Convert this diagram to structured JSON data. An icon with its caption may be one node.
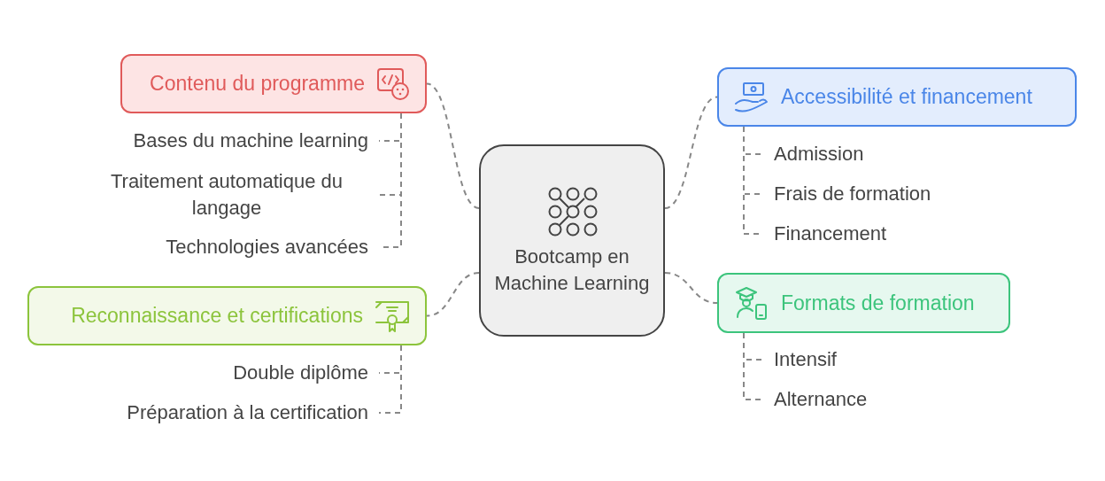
{
  "diagram": {
    "nodes": [
      {
        "text": [
          "Bootcamp en Machine Learning"
        ]
      },
      {
        "text": [
          "Contenu du programme"
        ]
      },
      {
        "text": [
          "Bases du machine learning"
        ]
      },
      {
        "text": [
          "Traitement automatique du langage"
        ]
      },
      {
        "text": [
          "Technologies avancées"
        ]
      },
      {
        "text": [
          "Reconnaissance et certifications"
        ]
      },
      {
        "text": [
          "Double diplôme"
        ]
      },
      {
        "text": [
          "Préparation à la certification"
        ]
      },
      {
        "text": [
          "Accessibilité et financement"
        ]
      },
      {
        "text": [
          "Admission"
        ]
      },
      {
        "text": [
          "Frais de formation"
        ]
      },
      {
        "text": [
          "Financement"
        ]
      },
      {
        "text": [
          "Formats de formation"
        ]
      },
      {
        "text": [
          "Intensif"
        ]
      },
      {
        "text": [
          "Alternance"
        ]
      }
    ],
    "edges": [
      {
        "from": 0,
        "to": 1,
        "arrow": "none",
        "style": "dashed"
      },
      {
        "from": 1,
        "to": 2,
        "arrow": "none",
        "style": "dashed"
      },
      {
        "from": 1,
        "to": 3,
        "arrow": "none",
        "style": "dashed"
      },
      {
        "from": 1,
        "to": 4,
        "arrow": "none",
        "style": "dashed"
      },
      {
        "from": 0,
        "to": 5,
        "arrow": "none",
        "style": "dashed"
      },
      {
        "from": 5,
        "to": 6,
        "arrow": "none",
        "style": "dashed"
      },
      {
        "from": 5,
        "to": 7,
        "arrow": "none",
        "style": "dashed"
      },
      {
        "from": 0,
        "to": 8,
        "arrow": "none",
        "style": "dashed"
      },
      {
        "from": 8,
        "to": 9,
        "arrow": "none",
        "style": "dashed"
      },
      {
        "from": 8,
        "to": 10,
        "arrow": "none",
        "style": "dashed"
      },
      {
        "from": 8,
        "to": 11,
        "arrow": "none",
        "style": "dashed"
      },
      {
        "from": 0,
        "to": 12,
        "arrow": "none",
        "style": "dashed"
      },
      {
        "from": 12,
        "to": 13,
        "arrow": "none",
        "style": "dashed"
      },
      {
        "from": 12,
        "to": 14,
        "arrow": "none",
        "style": "dashed"
      }
    ]
  }
}
